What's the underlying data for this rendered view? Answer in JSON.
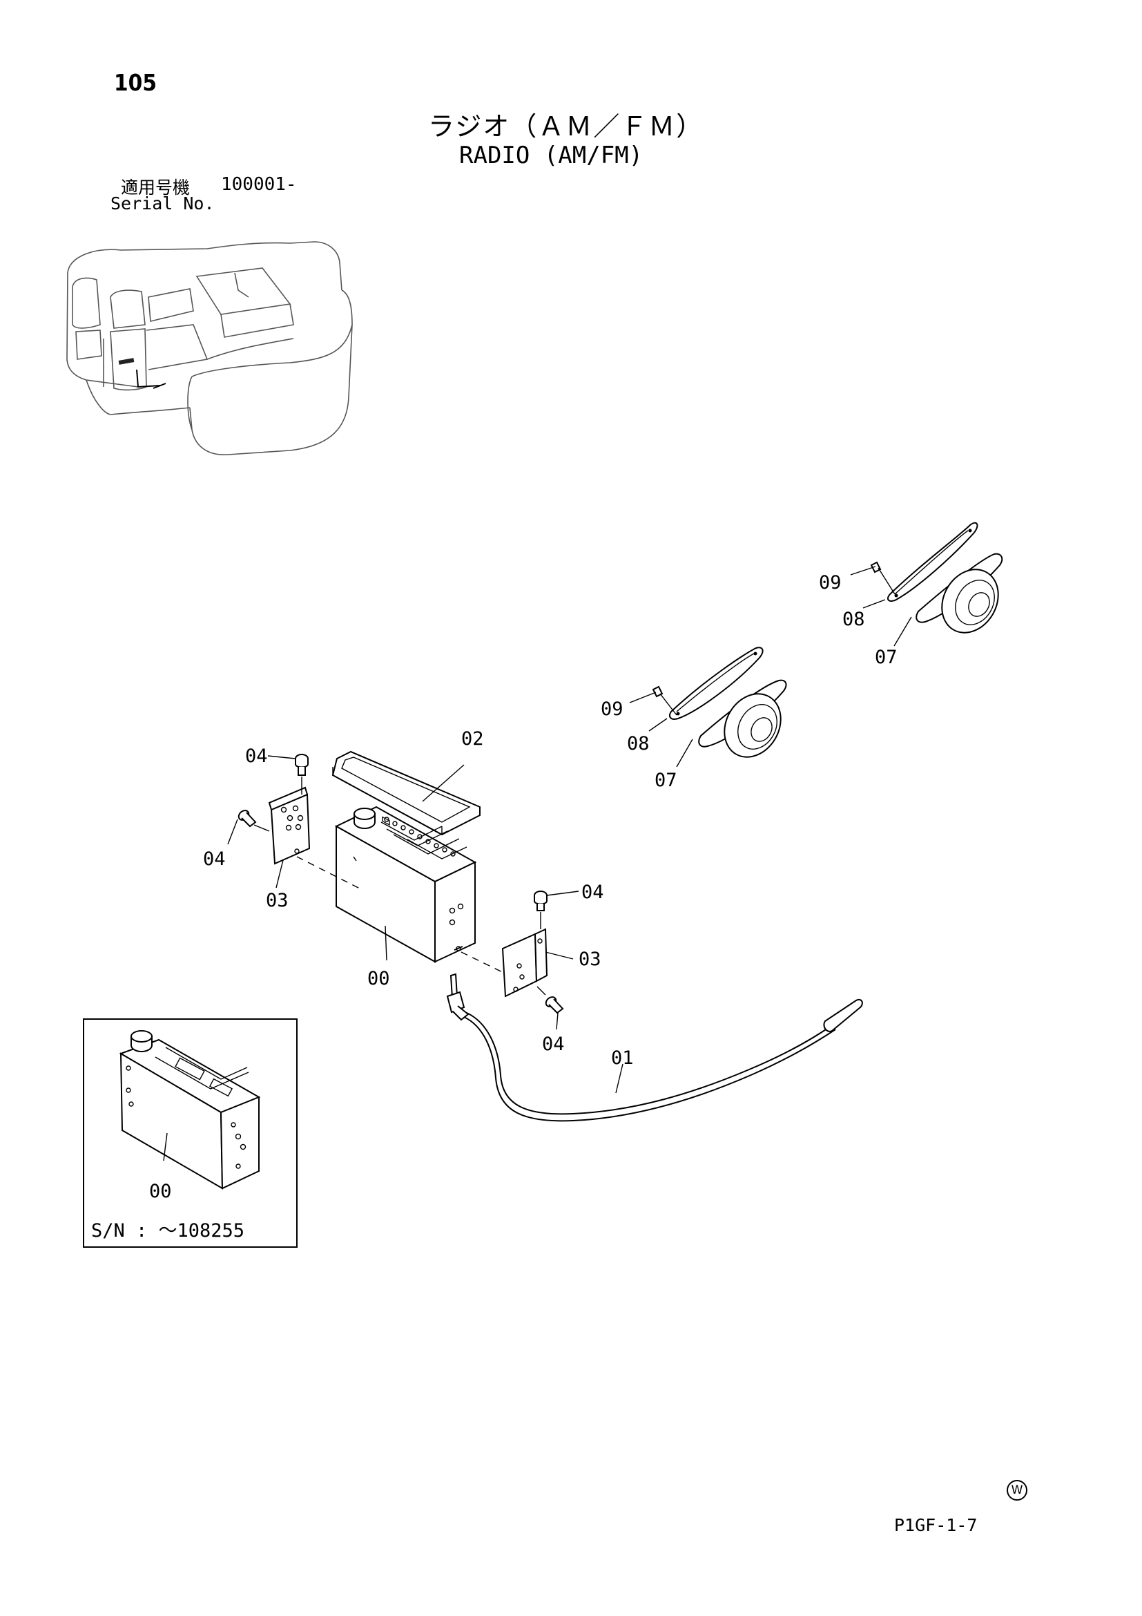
{
  "header": {
    "page_number": "105",
    "title_jp": "ラジオ（ＡＭ／ＦＭ）",
    "title_en": "RADIO (AM/FM)",
    "serial_label_jp": "適用号機",
    "serial_value": "100001-",
    "serial_label_en": "Serial No."
  },
  "callouts": {
    "c00_main": "00",
    "c01": "01",
    "c02": "02",
    "c03_left": "03",
    "c03_right": "03",
    "c04_top_left": "04",
    "c04_mid_left": "04",
    "c04_top_right": "04",
    "c04_bottom_right": "04",
    "c07_mid": "07",
    "c07_top": "07",
    "c08_mid": "08",
    "c08_top": "08",
    "c09_mid": "09",
    "c09_top": "09"
  },
  "inset": {
    "callout": "00",
    "serial_note": "S/N : ～108255"
  },
  "footer": {
    "watermark": "W",
    "page_code": "P1GF-1-7"
  }
}
